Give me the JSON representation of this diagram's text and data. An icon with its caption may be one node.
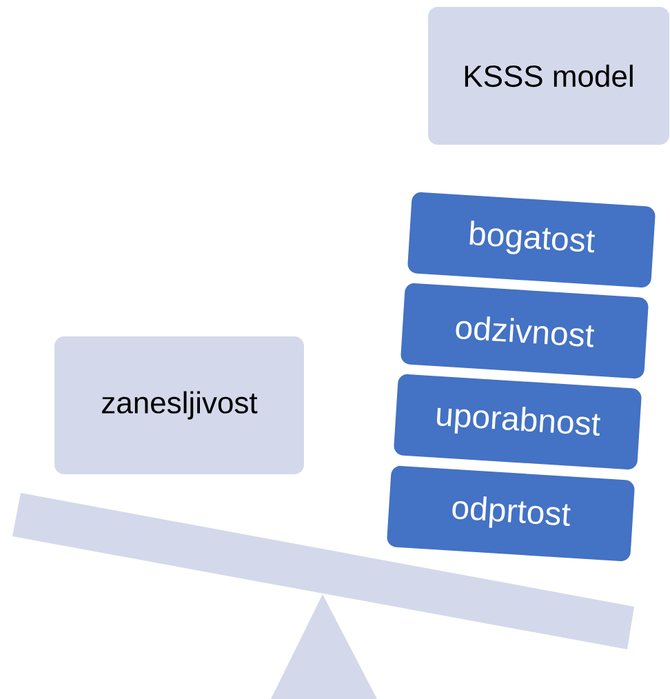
{
  "diagram": {
    "nodes": [
      {
        "text": [
          "KSSS model"
        ]
      },
      {
        "text": [
          "bogatost"
        ]
      },
      {
        "text": [
          "odzivnost"
        ]
      },
      {
        "text": [
          "uporabnost"
        ]
      },
      {
        "text": [
          "odprtost"
        ]
      },
      {
        "text": [
          "zanesljivost"
        ]
      }
    ]
  }
}
